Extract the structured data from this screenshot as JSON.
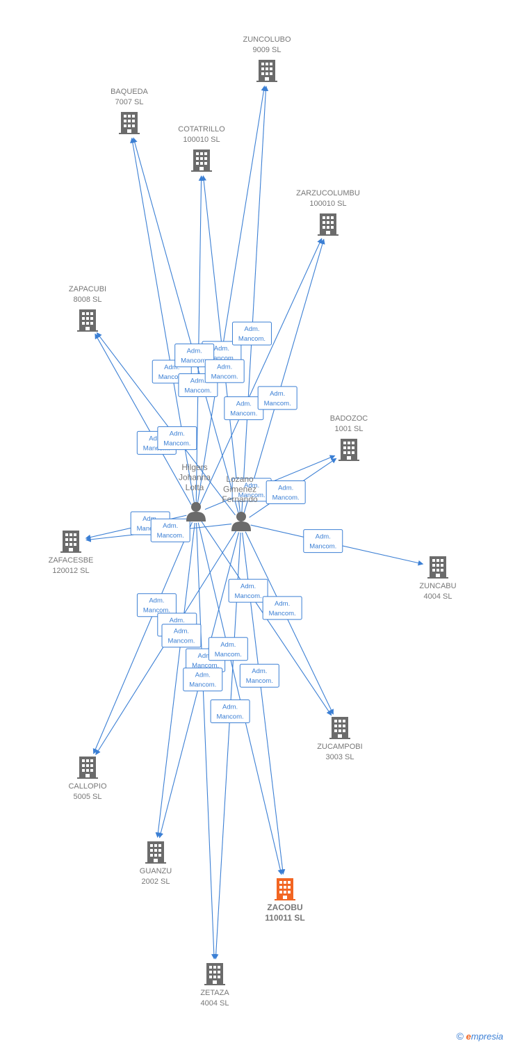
{
  "colors": {
    "edge": "#3b7fd4",
    "node": "#6b6b6b",
    "highlight": "#f26522",
    "label": "#777777"
  },
  "relation_label": {
    "line1": "Adm.",
    "line2": "Mancom."
  },
  "persons": [
    {
      "id": "hilgers",
      "lines": [
        "Hilgers",
        "Johanna",
        "Lotta"
      ]
    },
    {
      "id": "lozano",
      "lines": [
        "Lozano",
        "Gimenez",
        "Fernando"
      ]
    }
  ],
  "companies": [
    {
      "id": "zuncolubo",
      "name": "ZUNCOLUBO",
      "capital": "9009 SL",
      "highlight": false
    },
    {
      "id": "baqueda",
      "name": "BAQUEDA",
      "capital": "7007 SL",
      "highlight": false
    },
    {
      "id": "cotatrillo",
      "name": "COTATRILLO",
      "capital": "100010 SL",
      "highlight": false
    },
    {
      "id": "zarzucolumbu",
      "name": "ZARZUCOLUMBU",
      "capital": "100010 SL",
      "highlight": false
    },
    {
      "id": "zapacubi",
      "name": "ZAPACUBI",
      "capital": "8008 SL",
      "highlight": false
    },
    {
      "id": "badozoc",
      "name": "BADOZOC",
      "capital": "1001 SL",
      "highlight": false
    },
    {
      "id": "zafacesbe",
      "name": "ZAFACESBE",
      "capital": "120012 SL",
      "highlight": false
    },
    {
      "id": "zuncabu",
      "name": "ZUNCABU",
      "capital": "4004 SL",
      "highlight": false
    },
    {
      "id": "zucampobi",
      "name": "ZUCAMPOBI",
      "capital": "3003 SL",
      "highlight": false
    },
    {
      "id": "callopio",
      "name": "CALLOPIO",
      "capital": "5005 SL",
      "highlight": false
    },
    {
      "id": "guanzu",
      "name": "GUANZU",
      "capital": "2002 SL",
      "highlight": false
    },
    {
      "id": "zacobu",
      "name": "ZACOBU",
      "capital": "110011 SL",
      "highlight": true
    },
    {
      "id": "zetaza",
      "name": "ZETAZA",
      "capital": "4004 SL",
      "highlight": false
    }
  ],
  "edges": [
    {
      "from": "hilgers",
      "to": "zuncolubo",
      "label": "Adm. Mancom."
    },
    {
      "from": "lozano",
      "to": "zuncolubo",
      "label": "Adm. Mancom."
    },
    {
      "from": "hilgers",
      "to": "baqueda",
      "label": "Adm. Mancom."
    },
    {
      "from": "lozano",
      "to": "baqueda",
      "label": "Adm. Mancom."
    },
    {
      "from": "hilgers",
      "to": "cotatrillo",
      "label": "Adm. Mancom."
    },
    {
      "from": "lozano",
      "to": "cotatrillo",
      "label": "Adm. Mancom."
    },
    {
      "from": "hilgers",
      "to": "zarzucolumbu",
      "label": "Adm. Mancom."
    },
    {
      "from": "lozano",
      "to": "zarzucolumbu",
      "label": "Adm. Mancom."
    },
    {
      "from": "hilgers",
      "to": "zapacubi",
      "label": "Adm. Mancom."
    },
    {
      "from": "lozano",
      "to": "zapacubi",
      "label": "Adm. Mancom."
    },
    {
      "from": "hilgers",
      "to": "badozoc",
      "label": "Adm. Mancom."
    },
    {
      "from": "lozano",
      "to": "badozoc",
      "label": "Adm. Mancom."
    },
    {
      "from": "hilgers",
      "to": "zafacesbe",
      "label": "Adm. Mancom."
    },
    {
      "from": "lozano",
      "to": "zafacesbe",
      "label": "Adm. Mancom."
    },
    {
      "from": "lozano",
      "to": "zuncabu",
      "label": "Adm. Mancom."
    },
    {
      "from": "hilgers",
      "to": "zucampobi",
      "label": "Adm. Mancom."
    },
    {
      "from": "lozano",
      "to": "zucampobi",
      "label": "Adm. Mancom."
    },
    {
      "from": "hilgers",
      "to": "callopio",
      "label": "Adm. Mancom."
    },
    {
      "from": "lozano",
      "to": "callopio",
      "label": "Adm. Mancom."
    },
    {
      "from": "hilgers",
      "to": "guanzu",
      "label": "Adm. Mancom."
    },
    {
      "from": "lozano",
      "to": "guanzu",
      "label": "Adm. Mancom."
    },
    {
      "from": "hilgers",
      "to": "zacobu",
      "label": "Adm. Mancom."
    },
    {
      "from": "lozano",
      "to": "zacobu",
      "label": "Adm. Mancom."
    },
    {
      "from": "hilgers",
      "to": "zetaza",
      "label": "Adm. Mancom."
    },
    {
      "from": "lozano",
      "to": "zetaza",
      "label": "Adm. Mancom."
    }
  ],
  "footer": {
    "copyright": "©",
    "brand_first": "e",
    "brand_rest": "mpresia"
  }
}
